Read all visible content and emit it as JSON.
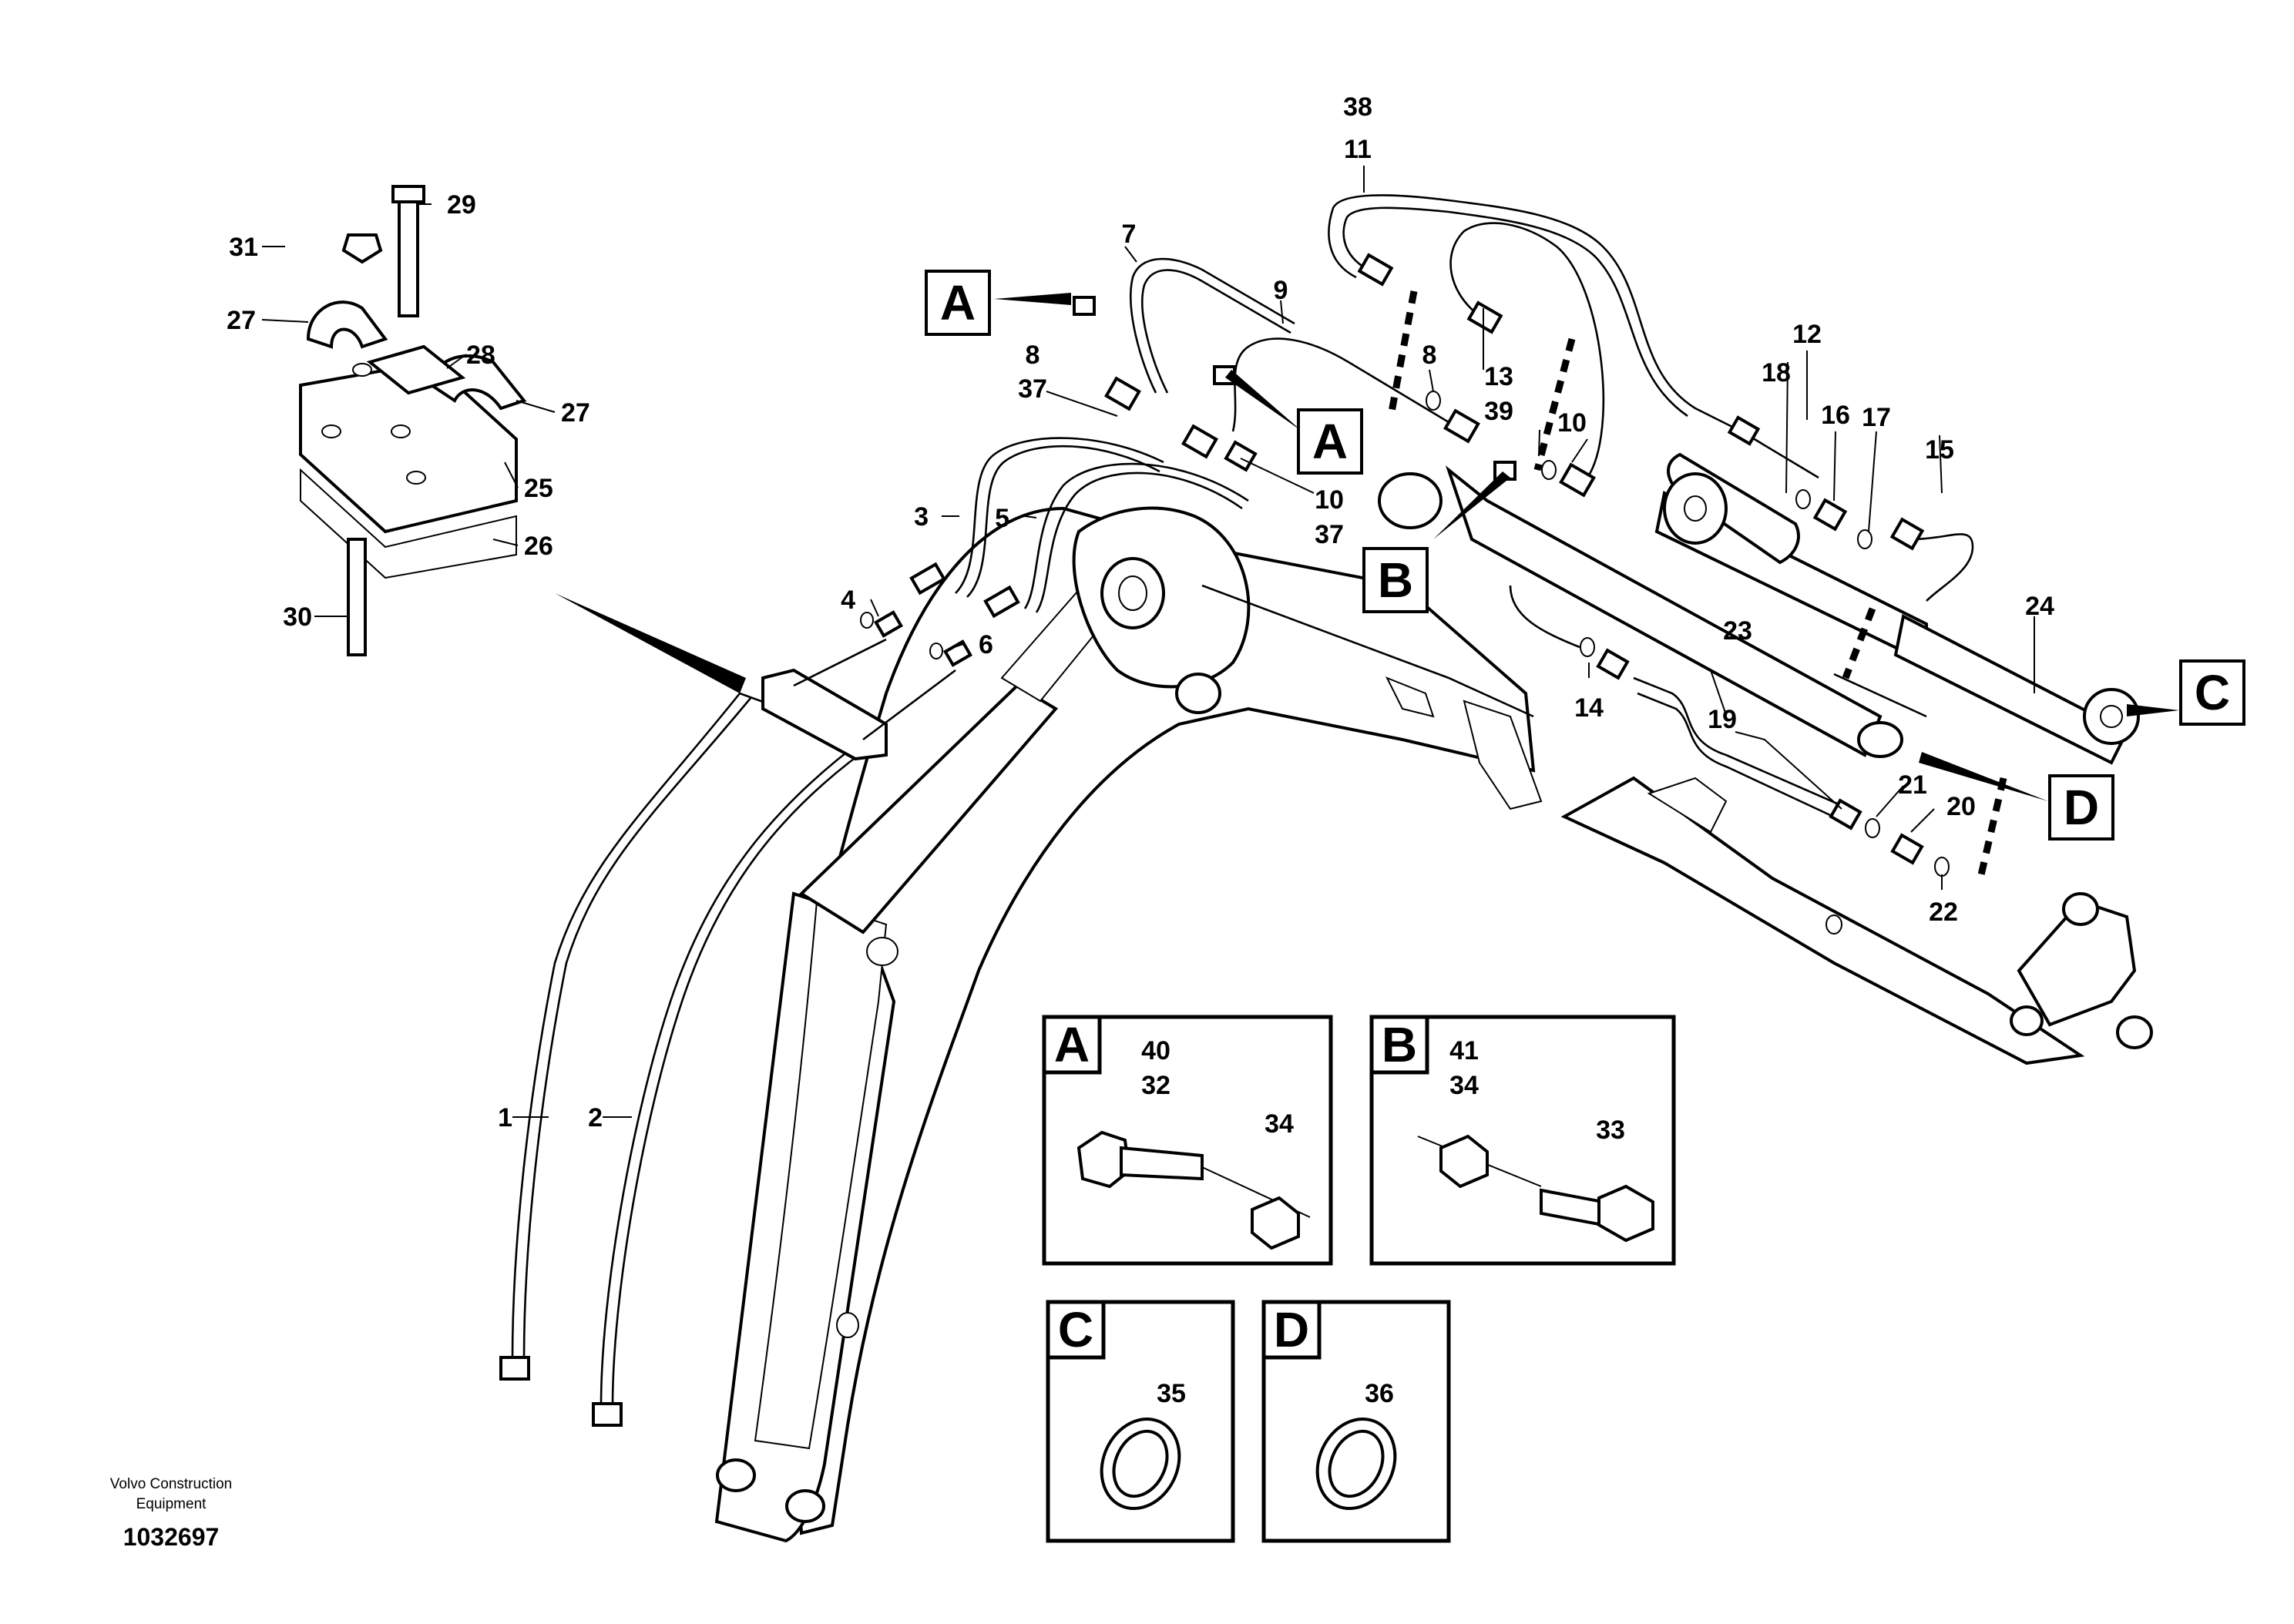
{
  "footer": {
    "company_line1": "Volvo Construction",
    "company_line2": "Equipment",
    "drawing_number": "1032697"
  },
  "view_tags": {
    "a": "A",
    "b": "B",
    "c": "C",
    "d": "D"
  },
  "callouts": {
    "c1": "1",
    "c2": "2",
    "c3": "3",
    "c4": "4",
    "c5": "5",
    "c6": "6",
    "c7": "7",
    "c8a": "8",
    "c8b": "8",
    "c9": "9",
    "c10a": "10",
    "c10b": "10",
    "c11": "11",
    "c12": "12",
    "c13": "13",
    "c14": "14",
    "c15": "15",
    "c16": "16",
    "c17": "17",
    "c18": "18",
    "c19": "19",
    "c20": "20",
    "c21": "21",
    "c22": "22",
    "c23": "23",
    "c24": "24",
    "c25": "25",
    "c26": "26",
    "c27a": "27",
    "c27b": "27",
    "c28": "28",
    "c29": "29",
    "c30": "30",
    "c31": "31",
    "c32": "32",
    "c33": "33",
    "c34a": "34",
    "c34b": "34",
    "c35": "35",
    "c36": "36",
    "c37a": "37",
    "c37b": "37",
    "c38": "38",
    "c39": "39",
    "c40": "40",
    "c41": "41"
  }
}
